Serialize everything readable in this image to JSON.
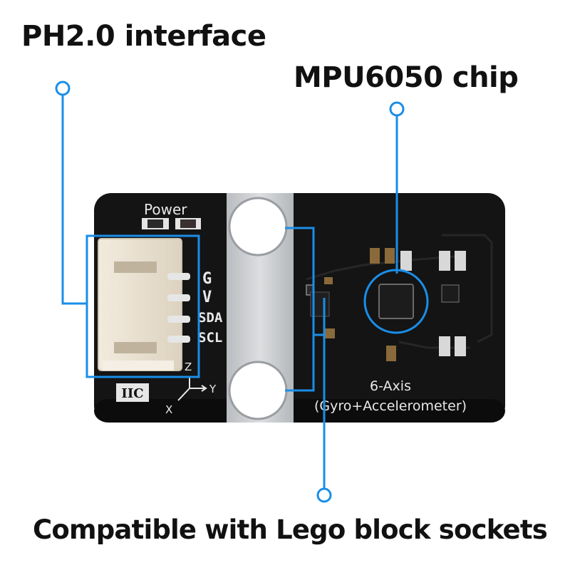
{
  "labels": {
    "ph_interface": "PH2.0 interface",
    "mpu_chip": "MPU6050 chip",
    "lego_compat": "Compatible with Lego block sockets"
  },
  "silkscreen": {
    "power": "Power",
    "pin_g": "G",
    "pin_v": "V",
    "pin_sda": "SDA",
    "pin_scl": "SCL",
    "axis_z": "Z",
    "axis_y": "Y",
    "axis_x": "X",
    "iic": "IIC",
    "title_line1": "6-Axis",
    "title_line2": "(Gyro+Accelerometer)"
  },
  "colors": {
    "callout_blue": "#1a8ee8",
    "board": "#141414",
    "silkscreen": "#e8e8e8",
    "connector": "#ebe2d2"
  }
}
